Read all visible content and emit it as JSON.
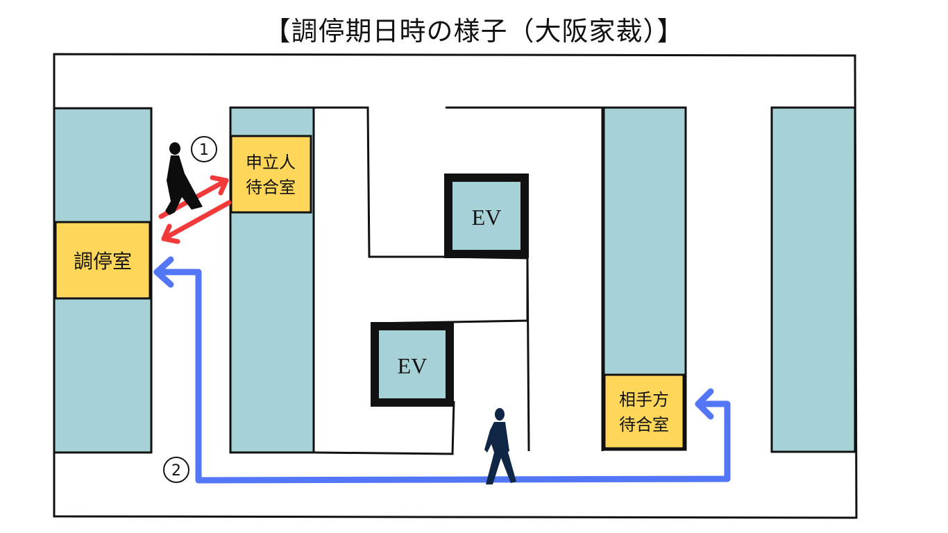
{
  "title": "【調停期日時の様子（大阪家裁）】",
  "rooms": {
    "mediation_room": "調停室",
    "applicant_waiting_line1": "申立人",
    "applicant_waiting_line2": "待合室",
    "opponent_waiting_line1": "相手方",
    "opponent_waiting_line2": "待合室"
  },
  "elevators": {
    "ev_upper": "EV",
    "ev_lower": "EV"
  },
  "markers": {
    "step1": "①",
    "step2": "②"
  },
  "colors": {
    "room_fill": "#a6d1d6",
    "waiting_fill": "#fdd65a",
    "path_red": "#f23a3a",
    "path_blue": "#5276f5",
    "wall": "#111111",
    "person_dark": "#0d0d0d",
    "person_navy": "#0f2744"
  }
}
